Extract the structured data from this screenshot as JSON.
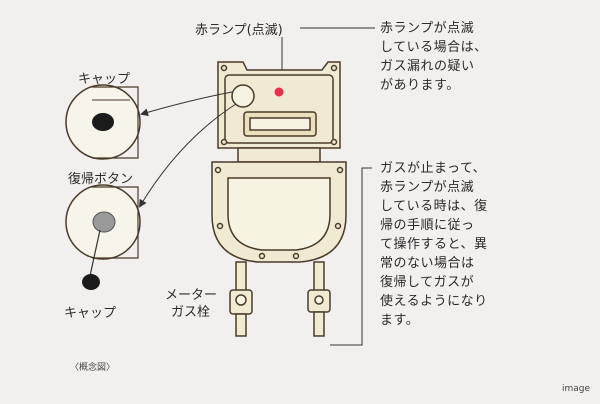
{
  "labels": {
    "red_lamp": "赤ランプ(点滅)",
    "cap_top": "キャップ",
    "reset_button": "復帰ボタン",
    "cap_bottom": "キャップ",
    "meter_valve_line1": "メーター",
    "meter_valve_line2": "ガス栓",
    "concept": "〈概念図〉",
    "image": "image"
  },
  "notes": {
    "leak": [
      "赤ランプが点滅",
      "している場合は、",
      "ガス漏れの疑い",
      "があります。"
    ],
    "stop": [
      "ガスが止まって、",
      "赤ランプが点滅",
      "している時は、復",
      "帰の手順に従っ",
      "て操作すると、異",
      "常のない場合は",
      "復帰してガスが",
      "使えるようになり",
      "ます。"
    ]
  },
  "colors": {
    "background": "#f2f0ef",
    "meter_body": "#f1ead2",
    "outline": "#4a3b2a",
    "lamp": "#e8304a"
  }
}
